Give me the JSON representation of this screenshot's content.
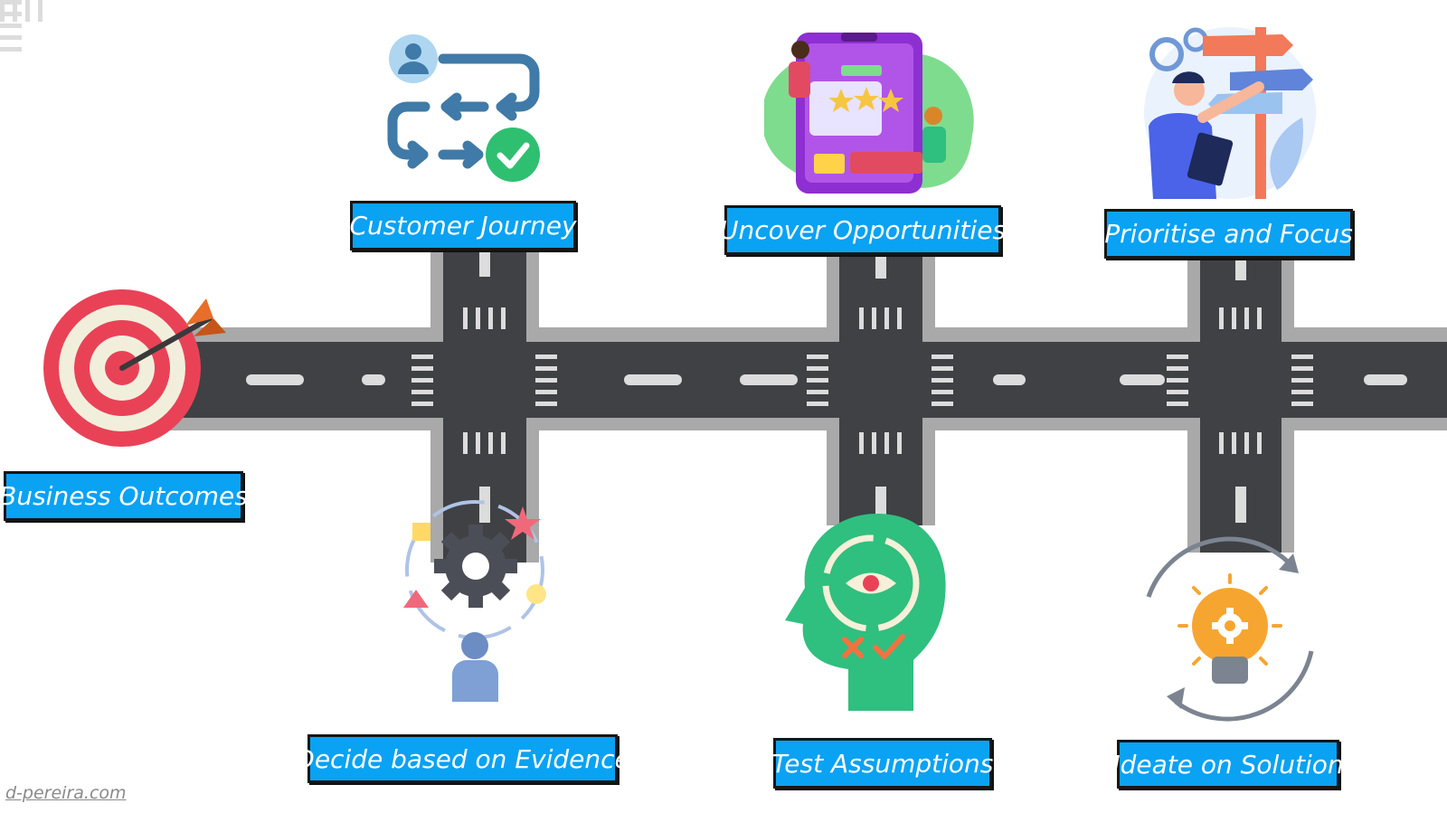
{
  "labels": {
    "business_outcomes": "Business Outcomes",
    "customer_journey": "Customer Journey",
    "uncover_opportunities": "Uncover Opportunities",
    "prioritise_and_focus": "Prioritise and Focus",
    "decide_based_on_evidence": "Decide based on Evidence",
    "test_assumptions": "Test Assumptions",
    "ideate_on_solution": "Ideate on Solution"
  },
  "watermark": "d-pereira.com",
  "colors": {
    "label_bg": "#0aa2f3",
    "road_asphalt": "#3f4144",
    "road_curb": "#a9a9a9",
    "road_marking": "#dcdcdc",
    "target_red": "#e94257",
    "brain_green": "#2fbf7f"
  },
  "icons": [
    "target-icon",
    "flow-icon",
    "phone-reviews-icon",
    "signpost-icon",
    "decision-gear-icon",
    "brain-icon",
    "lightbulb-icon"
  ]
}
